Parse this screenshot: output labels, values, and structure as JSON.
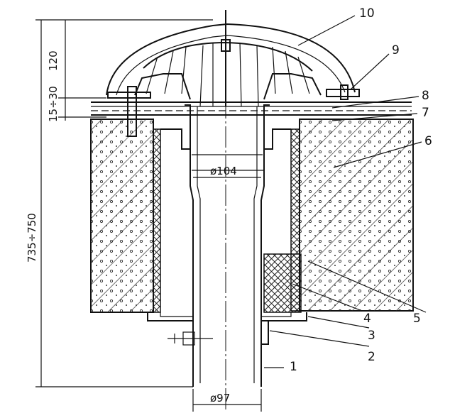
{
  "dimensions": {
    "dome_height": "120",
    "flange_height": "15÷30",
    "total_height": "735÷750",
    "top_diameter": "ø104",
    "bottom_diameter": "ø97"
  },
  "callouts": [
    "1",
    "2",
    "3",
    "4",
    "5",
    "6",
    "7",
    "8",
    "9",
    "10"
  ]
}
